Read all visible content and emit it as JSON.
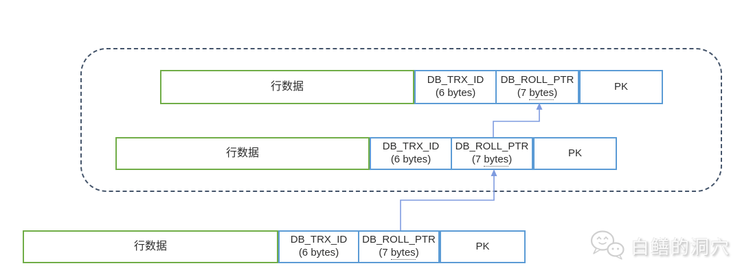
{
  "diagram": {
    "description": "MVCC undo-log version chain: row versions linked by DB_ROLL_PTR",
    "rows": [
      {
        "cells": [
          {
            "label": "行数据"
          },
          {
            "label": "DB_TRX_ID",
            "size_prefix": "(6 ",
            "size_word": "bytes",
            "size_suffix": ")"
          },
          {
            "label": "DB_ROLL_PTR",
            "size_prefix": "(7 ",
            "size_word": "bytes",
            "size_suffix": ")"
          },
          {
            "label": "PK"
          }
        ]
      },
      {
        "cells": [
          {
            "label": "行数据"
          },
          {
            "label": "DB_TRX_ID",
            "size_prefix": "(6 ",
            "size_word": "bytes",
            "size_suffix": ")"
          },
          {
            "label": "DB_ROLL_PTR",
            "size_prefix": "(7 ",
            "size_word": "bytes",
            "size_suffix": ")"
          },
          {
            "label": "PK"
          }
        ]
      },
      {
        "cells": [
          {
            "label": "行数据"
          },
          {
            "label": "DB_TRX_ID",
            "size_prefix": "(6 ",
            "size_word": "bytes",
            "size_suffix": ")"
          },
          {
            "label": "DB_ROLL_PTR",
            "size_prefix": "(7 ",
            "size_word": "bytes",
            "size_suffix": ")"
          },
          {
            "label": "PK"
          }
        ]
      }
    ]
  },
  "watermark": {
    "text": "白鳝的洞穴",
    "icon": "wechat-chat-bubbles-icon"
  },
  "colors": {
    "row_data_border": "#70ad47",
    "field_border": "#5b9bd5",
    "container_border": "#44546a",
    "arrow": "#7e9bdf",
    "text": "#2d2d2d"
  }
}
